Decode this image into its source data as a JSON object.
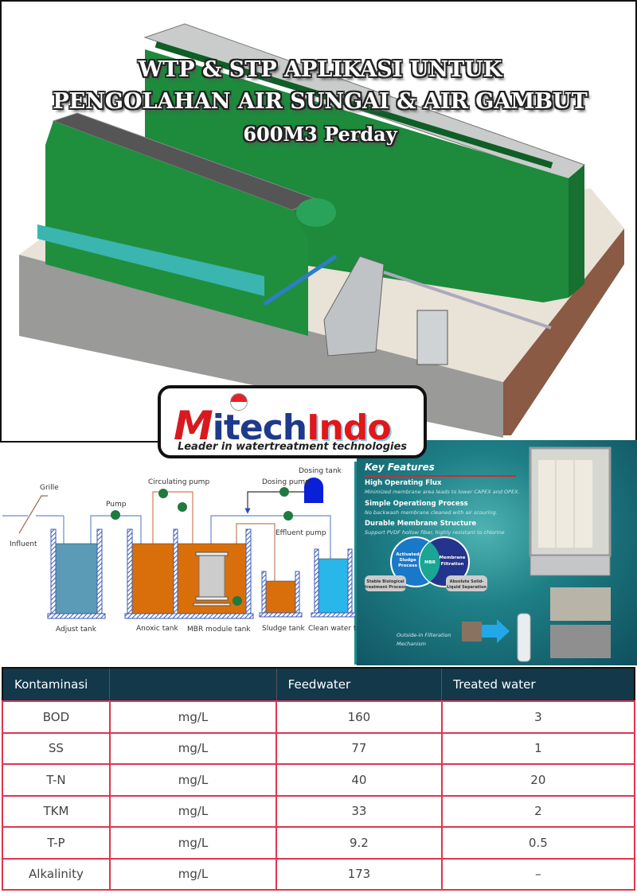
{
  "title": {
    "line1": "WTP & STP APLIKASI UNTUK",
    "line2": "PENGOLAHAN AIR SUNGAI & AIR GAMBUT",
    "line3": "600M3 Perday"
  },
  "logo": {
    "brand_part1": "itech",
    "brand_part2": "Indo",
    "tagline": "Leader in watertreatment technologies"
  },
  "diagram": {
    "labels": {
      "grille": "Grille",
      "influent": "Influent",
      "pump": "Pump",
      "circulating_pump": "Circulating pump",
      "dosing_pump": "Dosing pump",
      "dosing_tank": "Dosing tank",
      "effluent_pump": "Effluent pump",
      "adjust_tank": "Adjust tank",
      "anoxic_tank": "Anoxic tank",
      "mbr_tank": "MBR module tank",
      "sludge_tank": "Sludge tank",
      "clean_water_tank": "Clean water tank"
    }
  },
  "features": {
    "heading": "Key Features",
    "items": [
      {
        "title": "High Operating Flux",
        "desc": "Minimized membrane area leads to lower CAPEX and OPEX."
      },
      {
        "title": "Simple Operationg Process",
        "desc": "No backwash membrane cleaned with air scouring."
      },
      {
        "title": "Durable Membrane Structure",
        "desc": "Support PVDF hollow fiber, highly resistant to chlorine"
      }
    ],
    "venn": {
      "left": [
        "Activated",
        "Sludge",
        "Process"
      ],
      "center": "MBR",
      "right": [
        "Membrane",
        "Filtration"
      ],
      "left_caption": [
        "Stable Biological",
        "treatment Process"
      ],
      "right_caption": [
        "Absolute Solid-",
        "Liquid Seperation"
      ]
    },
    "mechanism": [
      "Outside-in Filteration",
      "Mechanism"
    ]
  },
  "table": {
    "headers": [
      "Kontaminasi",
      "",
      "Feedwater",
      "Treated water"
    ],
    "rows": [
      [
        "BOD",
        "mg/L",
        "160",
        "3"
      ],
      [
        "SS",
        "mg/L",
        "77",
        "1"
      ],
      [
        "T-N",
        "mg/L",
        "40",
        "20"
      ],
      [
        "TKM",
        "mg/L",
        "33",
        "2"
      ],
      [
        "T-P",
        "mg/L",
        "9.2",
        "0.5"
      ],
      [
        "Alkalinity",
        "mg/L",
        "173",
        "–"
      ]
    ]
  },
  "colors": {
    "green": "#1f8a3c",
    "teal": "#1e7f86",
    "header": "#12384a",
    "row_border": "#e0354f"
  }
}
